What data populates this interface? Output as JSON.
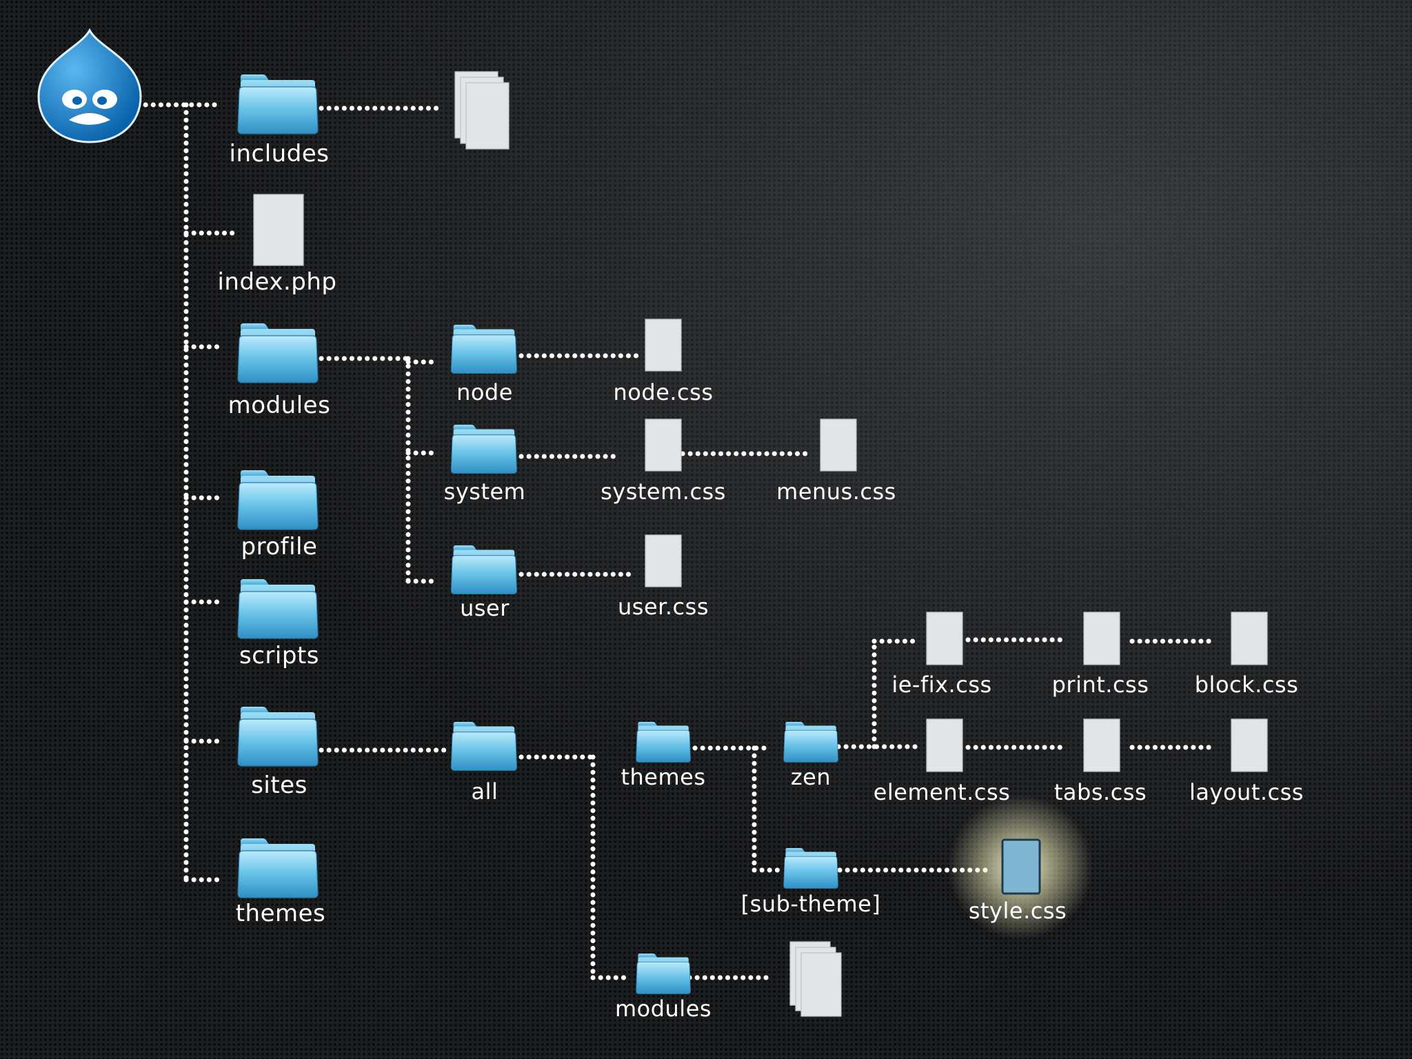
{
  "tree": {
    "root": {
      "icon": "drupal-logo-icon"
    },
    "level1": {
      "includes": "includes",
      "index_php": "index.php",
      "modules": "modules",
      "profile": "profile",
      "scripts": "scripts",
      "sites": "sites",
      "themes": "themes"
    },
    "modules_children": {
      "node": "node",
      "node_css": "node.css",
      "system": "system",
      "system_css": "system.css",
      "menus_css": "menus.css",
      "user": "user",
      "user_css": "user.css"
    },
    "sites_children": {
      "all": "all",
      "themes": "themes",
      "zen": "zen",
      "ie_fix_css": "ie-fix.css",
      "print_css": "print.css",
      "block_css": "block.css",
      "element_css": "element.css",
      "tabs_css": "tabs.css",
      "layout_css": "layout.css",
      "sub_theme": "[sub-theme]",
      "style_css": "style.css",
      "modules": "modules"
    }
  },
  "colors": {
    "folder": "#45b2dd",
    "folder_light": "#a9e3f7",
    "logo": "#0f78c4",
    "highlight_glow": "#f4f2bf",
    "highlight_file": "#7fb6d4"
  }
}
